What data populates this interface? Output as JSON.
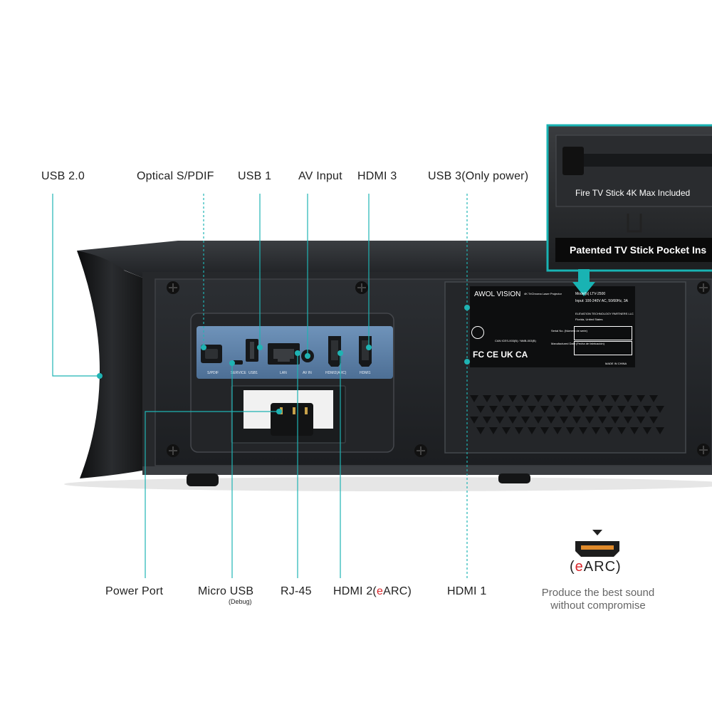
{
  "labels": {
    "top": [
      "USB 2.0",
      "Optical S/PDIF",
      "USB 1",
      "AV Input",
      "HDMI 3",
      "USB 3(Only power)"
    ],
    "bottom": [
      "Power Port",
      "Micro USB",
      "RJ-45",
      "HDMI 2(",
      "e",
      "ARC)",
      "HDMI 1"
    ],
    "micro_usb_note": "(Debug)"
  },
  "port_captions": [
    "S/PDIF",
    "SERVICE",
    "USB1",
    "LAN",
    "AV IN",
    "HDMI2(ARC)",
    "HDMI1"
  ],
  "inset": {
    "line1": "Fire TV Stick 4K Max Included",
    "line2": "Patented TV Stick Pocket Ins"
  },
  "plate": {
    "brand": "AWOL VISION",
    "product": "4K TriChroma Laser Projector",
    "model": "Model(s) LTV-2500",
    "input": "Input: 100-240V AC, 50/60Hz, 3A",
    "company": "ELEVATION TECHNOLOGY PARTNERS LLC",
    "location": "Florida, United States",
    "serial": "Serial No. (Número de serie)",
    "mfg": "Manufactured Date (Fecha de fabricación)",
    "can": "CAN ICES-003(B) / NMB-003(B)",
    "origin": "MADE IN CHINA",
    "marks": "FC CE UK CA"
  },
  "earc": {
    "logo_e": "e",
    "logo_rest": "ARC)",
    "logo_open": "(",
    "tagline1": "Produce the best sound",
    "tagline2": "without compromise"
  },
  "colors": {
    "accent": "#19b3b3",
    "port_panel": "#5b7fa6",
    "earc_red": "#d9262b"
  }
}
